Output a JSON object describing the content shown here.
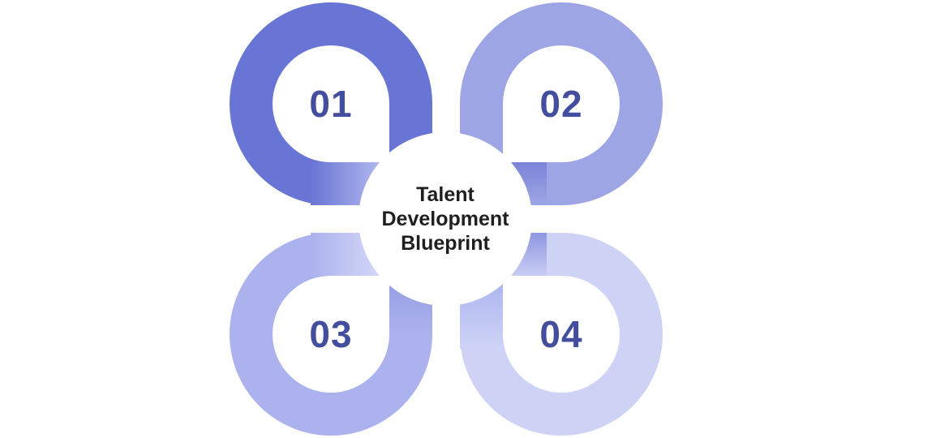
{
  "diagram": {
    "center": {
      "title_lines": [
        "Talent",
        "Development",
        "Blueprint"
      ],
      "title_color": "#1f1f1f",
      "background_color": "#ffffff"
    },
    "steps": [
      {
        "number": "01",
        "position": "top-left",
        "color": "#6875d4"
      },
      {
        "number": "02",
        "position": "top-right",
        "color": "#9ea5e4"
      },
      {
        "number": "03",
        "position": "bottom-left",
        "color": "#acb2ed"
      },
      {
        "number": "04",
        "position": "bottom-right",
        "color": "#ced3f6"
      }
    ],
    "number_color": "#444e9e",
    "page_background": "#ffffff"
  }
}
